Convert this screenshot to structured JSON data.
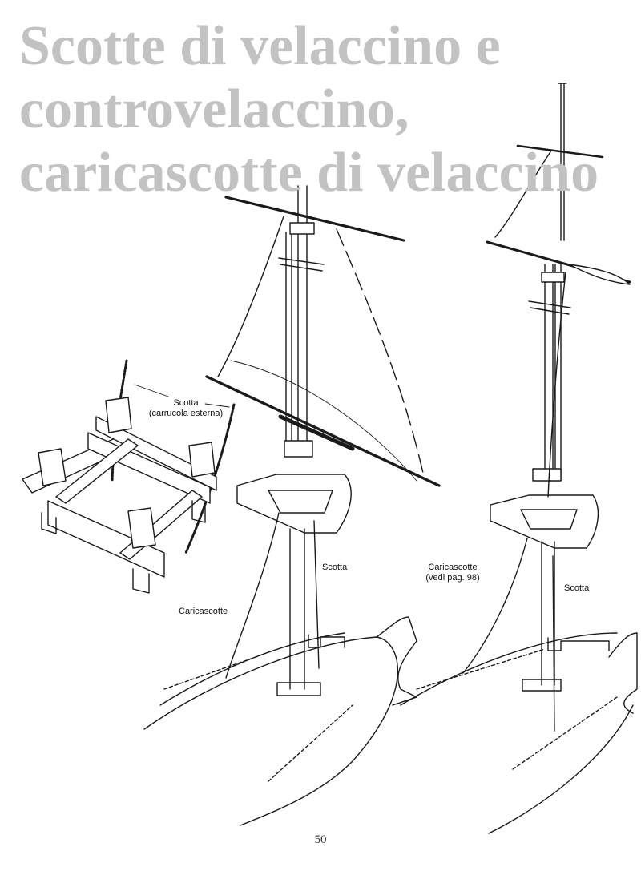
{
  "title": {
    "line1": "Scotte di velaccino e",
    "line2": "controvelaccino,",
    "line3": "caricascotte di velaccino"
  },
  "labels": {
    "detail_scotta": "Scotta",
    "detail_scotta_note": "(carrucola esterna)",
    "left_scotta": "Scotta",
    "left_caricascotte": "Caricascotte",
    "right_caricascotte": "Caricascotte",
    "right_caricascotte_note": "(vedi pag. 98)",
    "right_scotta": "Scotta"
  },
  "page_number": "50",
  "colors": {
    "title": "#c2c2c2",
    "ink": "#1a1a1a"
  }
}
